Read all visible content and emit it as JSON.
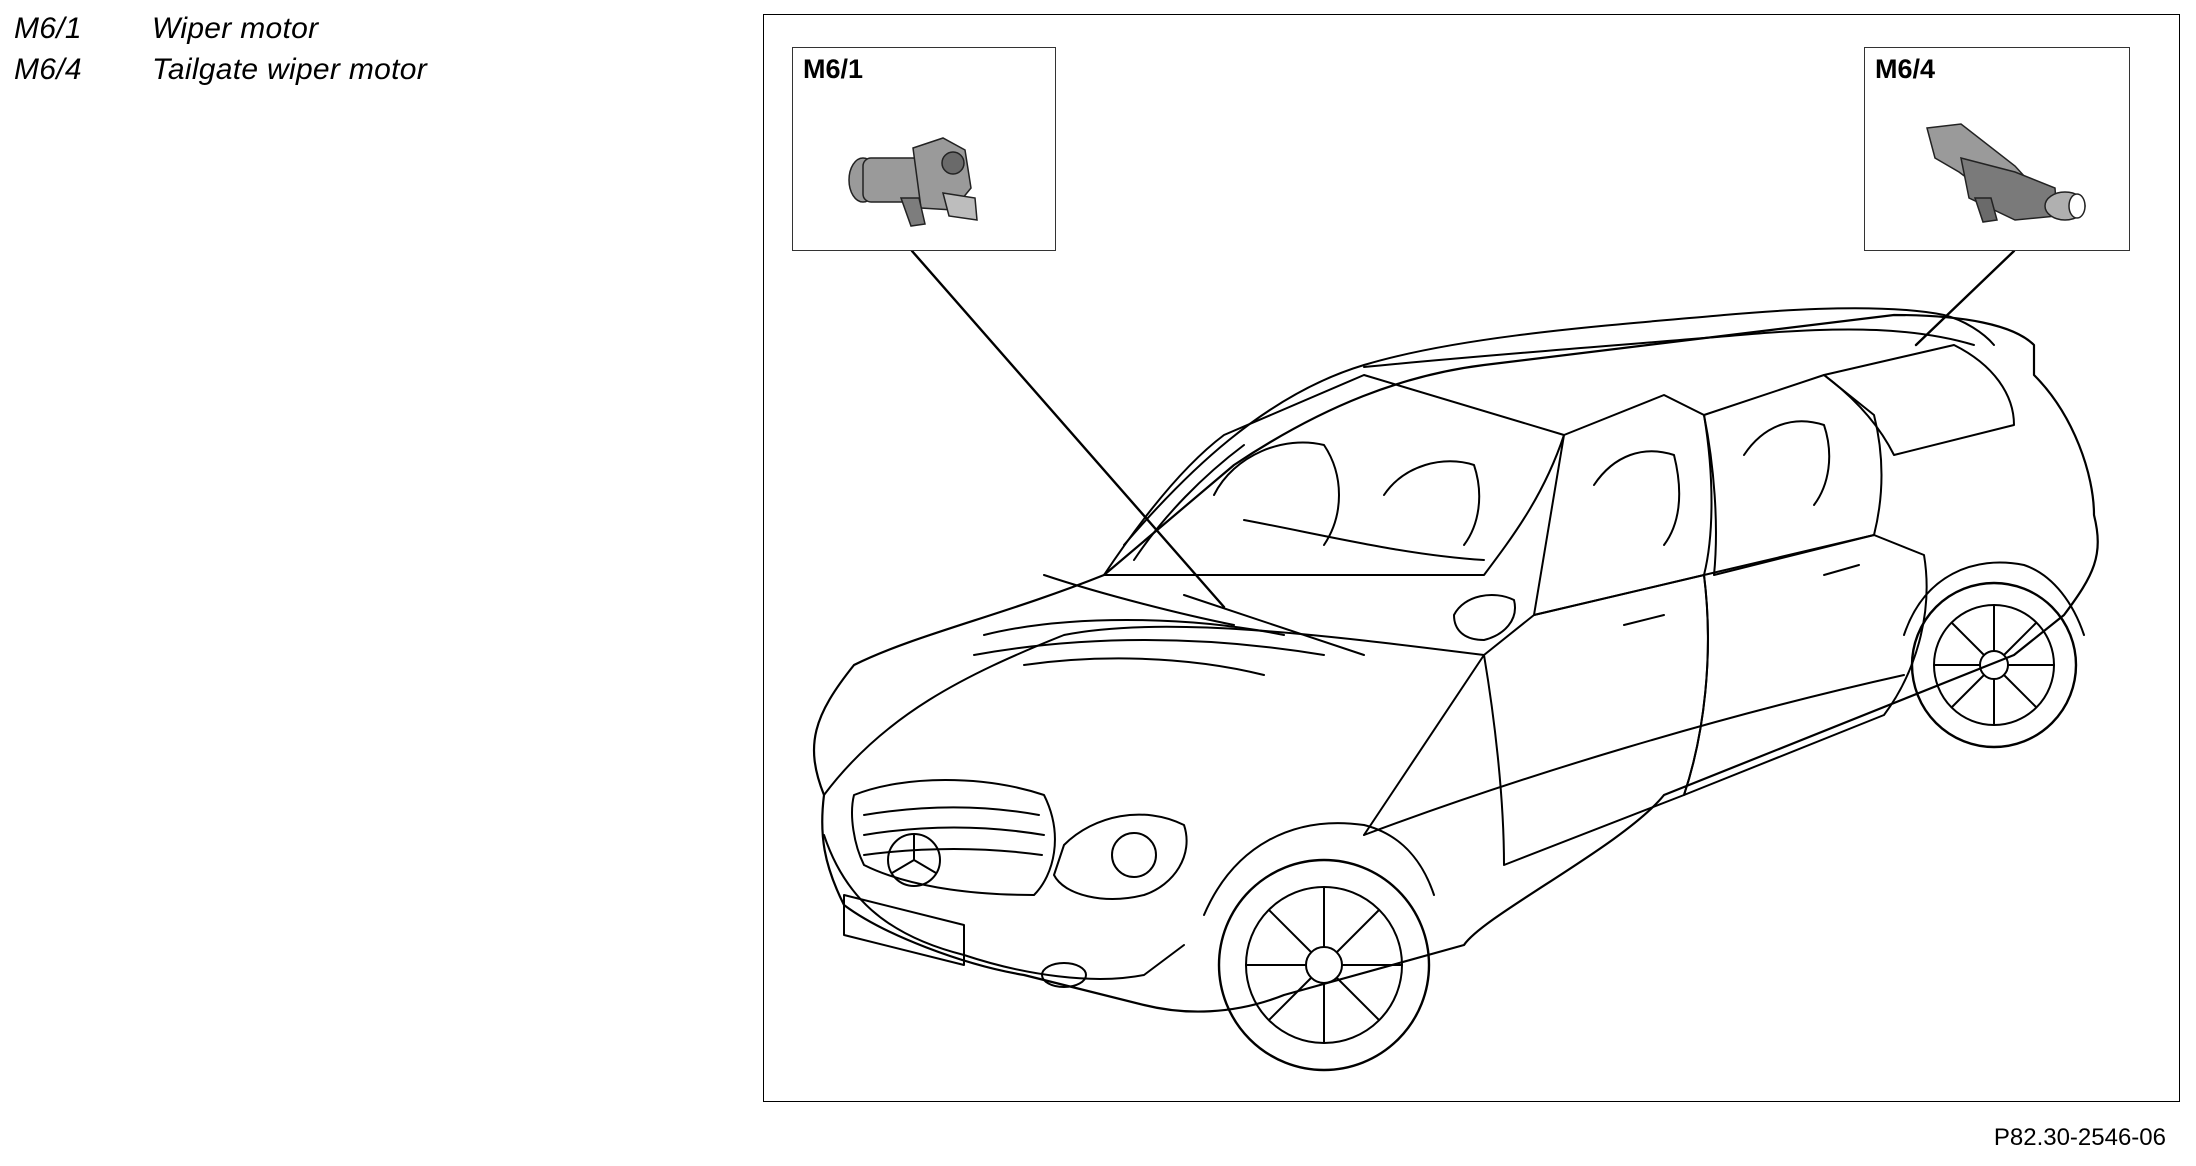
{
  "legend": [
    {
      "code": "M6/1",
      "label": "Wiper motor"
    },
    {
      "code": "M6/4",
      "label": "Tailgate wiper motor"
    }
  ],
  "callouts": {
    "front": {
      "code": "M6/1"
    },
    "rear": {
      "code": "M6/4"
    }
  },
  "figure_ref": "P82.30-2546-06"
}
